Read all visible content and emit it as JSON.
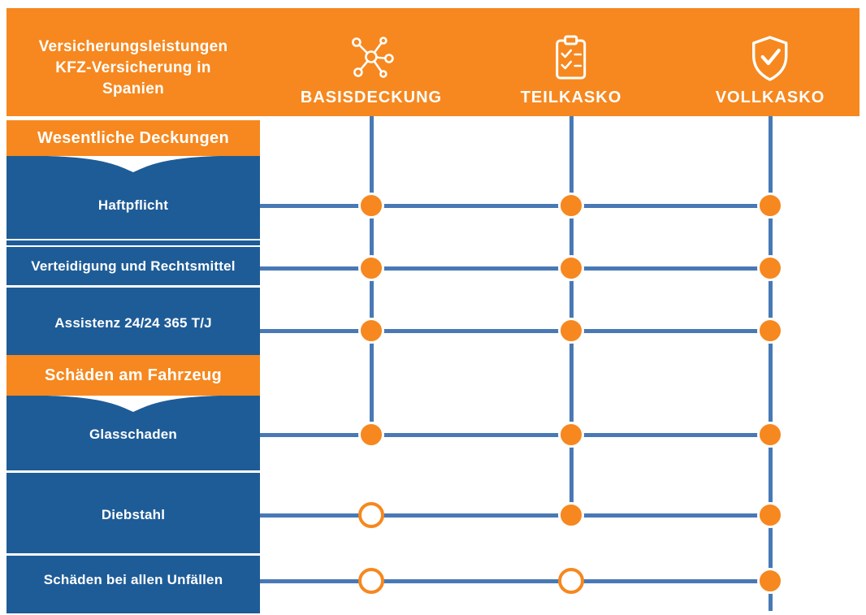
{
  "chart_data": {
    "type": "table",
    "title": "Versicherungsleistungen KFZ-Versicherung in Spanien",
    "title_lines": [
      "Versicherungsleistungen",
      "KFZ-Versicherung in",
      "Spanien"
    ],
    "columns": [
      {
        "label": "BASISDECKUNG",
        "icon": "network-icon"
      },
      {
        "label": "TEILKASKO",
        "icon": "checklist-icon"
      },
      {
        "label": "VOLLKASKO",
        "icon": "shield-check-icon"
      }
    ],
    "sections": [
      {
        "header": "Wesentliche Deckungen",
        "rows": [
          {
            "label": "Haftpflicht",
            "coverage": [
              true,
              true,
              true
            ]
          },
          {
            "label": "Verteidigung und Rechtsmittel",
            "coverage": [
              true,
              true,
              true
            ]
          },
          {
            "label": "Assistenz 24/24 365 T/J",
            "coverage": [
              true,
              true,
              true
            ]
          }
        ]
      },
      {
        "header": "Schäden am Fahrzeug",
        "rows": [
          {
            "label": "Glasschaden",
            "coverage": [
              true,
              true,
              true
            ]
          },
          {
            "label": "Diebstahl",
            "coverage": [
              false,
              true,
              true
            ]
          },
          {
            "label": "Schäden bei allen Unfällen",
            "coverage": [
              false,
              false,
              true
            ]
          }
        ]
      }
    ]
  },
  "colors": {
    "orange": "#F6881F",
    "blue": "#1E5C97",
    "line": "#4979B5",
    "background": "#FFFFFF"
  }
}
